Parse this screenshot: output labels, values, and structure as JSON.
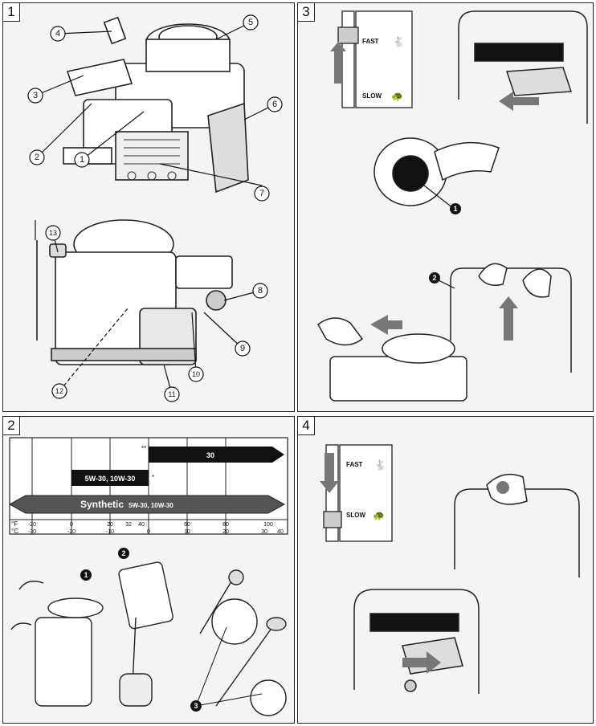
{
  "panels": [
    {
      "number": "1"
    },
    {
      "number": "2"
    },
    {
      "number": "3"
    },
    {
      "number": "4"
    }
  ],
  "panel1": {
    "callouts": [
      "1",
      "2",
      "3",
      "4",
      "5",
      "6",
      "7",
      "8",
      "9",
      "10",
      "11",
      "12",
      "13"
    ]
  },
  "panel2": {
    "oil_chart": {
      "band_30_label": "30",
      "band_30_mark": "**",
      "band_5w_label": "5W-30, 10W-30",
      "band_5w_mark": "*",
      "synthetic_label": "Synthetic",
      "synthetic_grades": "5W-30, 10W-30",
      "f_unit": "°F",
      "c_unit": "°C",
      "f_ticks": [
        "-20",
        "0",
        "20",
        "32",
        "40",
        "60",
        "80",
        "100"
      ],
      "c_ticks": [
        "-30",
        "-20",
        "-10",
        "0",
        "10",
        "20",
        "30",
        "40"
      ]
    },
    "steps": [
      "1",
      "2",
      "3"
    ]
  },
  "panel3": {
    "fast_label": "FAST",
    "slow_label": "SLOW",
    "steps": [
      "1",
      "2"
    ]
  },
  "panel4": {
    "fast_label": "FAST",
    "slow_label": "SLOW"
  }
}
